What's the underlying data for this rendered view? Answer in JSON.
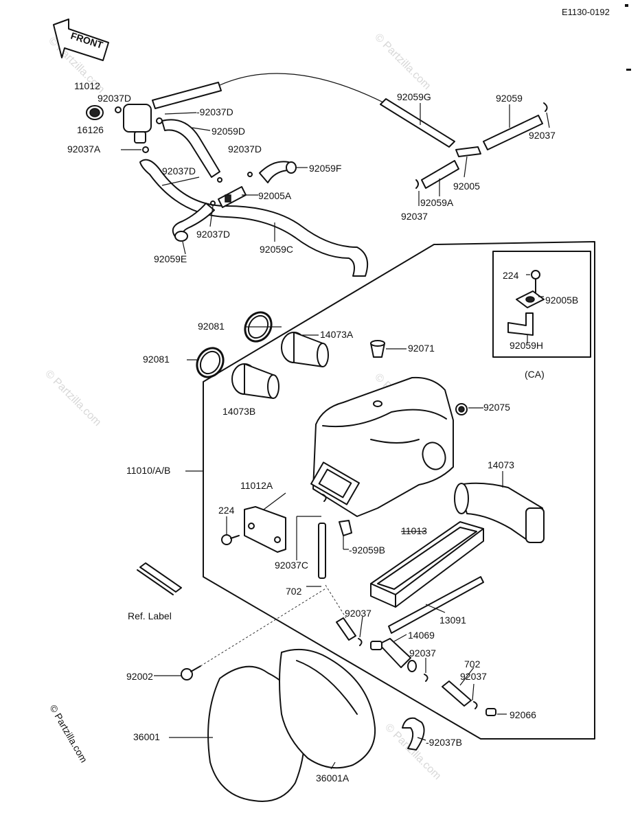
{
  "diagram_code": "E1130-0192",
  "front_arrow_label": "FRONT",
  "inset_label": "(CA)",
  "ref_label_text": "Ref. Label",
  "watermark": "© Partzilla.com",
  "copyright_vertical": "© Partzilla.com",
  "labels": {
    "l11012": "11012",
    "l92037D_a": "92037D",
    "l92037D_b": "-92037D",
    "l16126": "16126",
    "l92059D": "92059D",
    "l92037A": "92037A",
    "l92037D_c": "92037D",
    "l92037D_d": "92037D",
    "l92059F": "92059F",
    "l92005A": "92005A",
    "l92037D_e": "92037D",
    "l92059E": "92059E",
    "l92059C": "92059C",
    "l92059G": "92059G",
    "l92059": "92059",
    "l92037_tr": "92037",
    "l92005": "92005",
    "l92059A": "92059A",
    "l92037_mid": "92037",
    "l224_inset": "224",
    "l92005B": "92005B",
    "l92059H": "92059H",
    "l92081_a": "92081",
    "l92081_b": "92081",
    "l14073A": "14073A",
    "l92071": "92071",
    "l14073B": "14073B",
    "l92075": "92075",
    "l11010": "11010/A/B",
    "l14073": "14073",
    "l11012A": "11012A",
    "l224": "224",
    "l92059B": "-92059B",
    "l11013": "11013",
    "l92037C": "92037C",
    "l702_a": "702",
    "l92037_b": "92037",
    "l13091": "13091",
    "l14069": "14069",
    "l92037_c": "92037",
    "l702_b": "702",
    "l92037_d": "92037",
    "l92002": "92002",
    "l92066": "92066",
    "l36001": "36001",
    "l36001A": "36001A",
    "l92037B": "-92037B"
  }
}
